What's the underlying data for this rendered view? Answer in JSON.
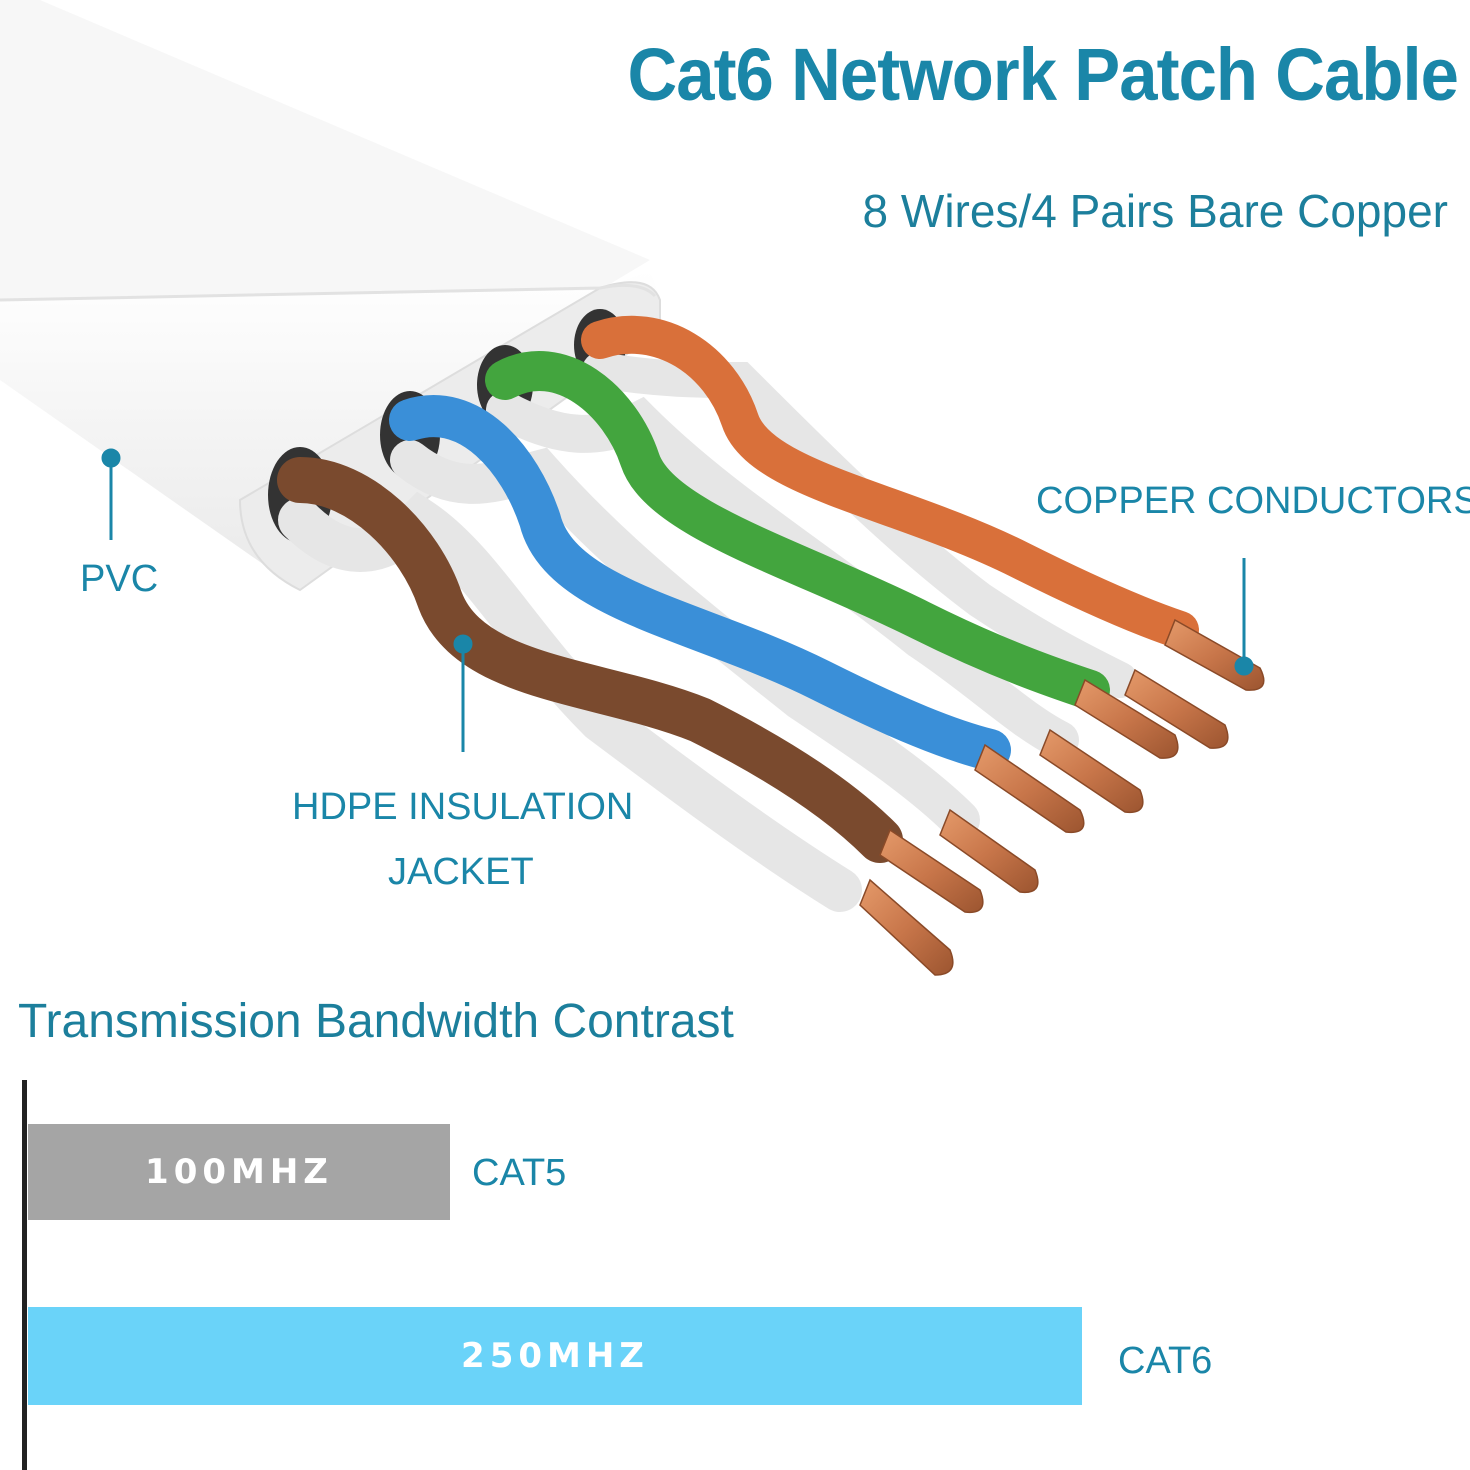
{
  "header": {
    "title": "Cat6 Network Patch Cable",
    "subtitle": "8 Wires/4 Pairs Bare Copper"
  },
  "callouts": {
    "pvc": "PVC",
    "copper": "COPPER CONDUCTORS",
    "hdpe_line1": "HDPE INSULATION",
    "hdpe_line2": "JACKET"
  },
  "illustration": {
    "wire_colors": [
      "#7a4a2e",
      "#3a8fd8",
      "#43a53e",
      "#d9703a"
    ],
    "stripe_color": "#e6e6e6",
    "copper_color": "#c8764a",
    "accent_color": "#1a86a8"
  },
  "bandwidth": {
    "heading": "Transmission Bandwidth Contrast",
    "bars": [
      {
        "label": "100MHZ",
        "name": "CAT5",
        "value_mhz": 100,
        "color": "#a5a5a5"
      },
      {
        "label": "250MHZ",
        "name": "CAT6",
        "value_mhz": 250,
        "color": "#6ad3f9"
      }
    ]
  }
}
